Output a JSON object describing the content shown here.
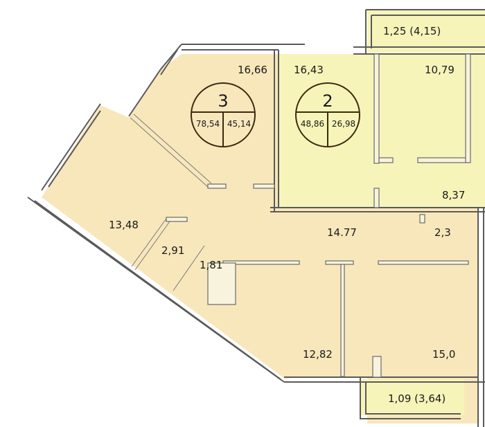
{
  "colors": {
    "apt3_fill": "#f8e7bb",
    "apt2_fill": "#f7f4b9",
    "balcony_fill": "#f7f4b9",
    "wall": "#5a5a5a",
    "circle_stroke": "#3a2a10"
  },
  "apartments": [
    {
      "number": "3",
      "total_area": "78,54",
      "living_area": "45,14"
    },
    {
      "number": "2",
      "total_area": "48,86",
      "living_area": "26,98"
    }
  ],
  "rooms": {
    "room_16_66": "16,66",
    "room_16_43": "16,43",
    "room_10_79": "10,79",
    "room_8_37": "8,37",
    "room_13_48": "13,48",
    "room_14_77": "14.77",
    "room_2_3": "2,3",
    "room_2_91": "2,91",
    "room_1_81": "1,81",
    "room_12_82": "12,82",
    "room_15_0": "15,0",
    "balcony_top": "1,25 (4,15)",
    "balcony_bottom": "1,09 (3,64)"
  }
}
